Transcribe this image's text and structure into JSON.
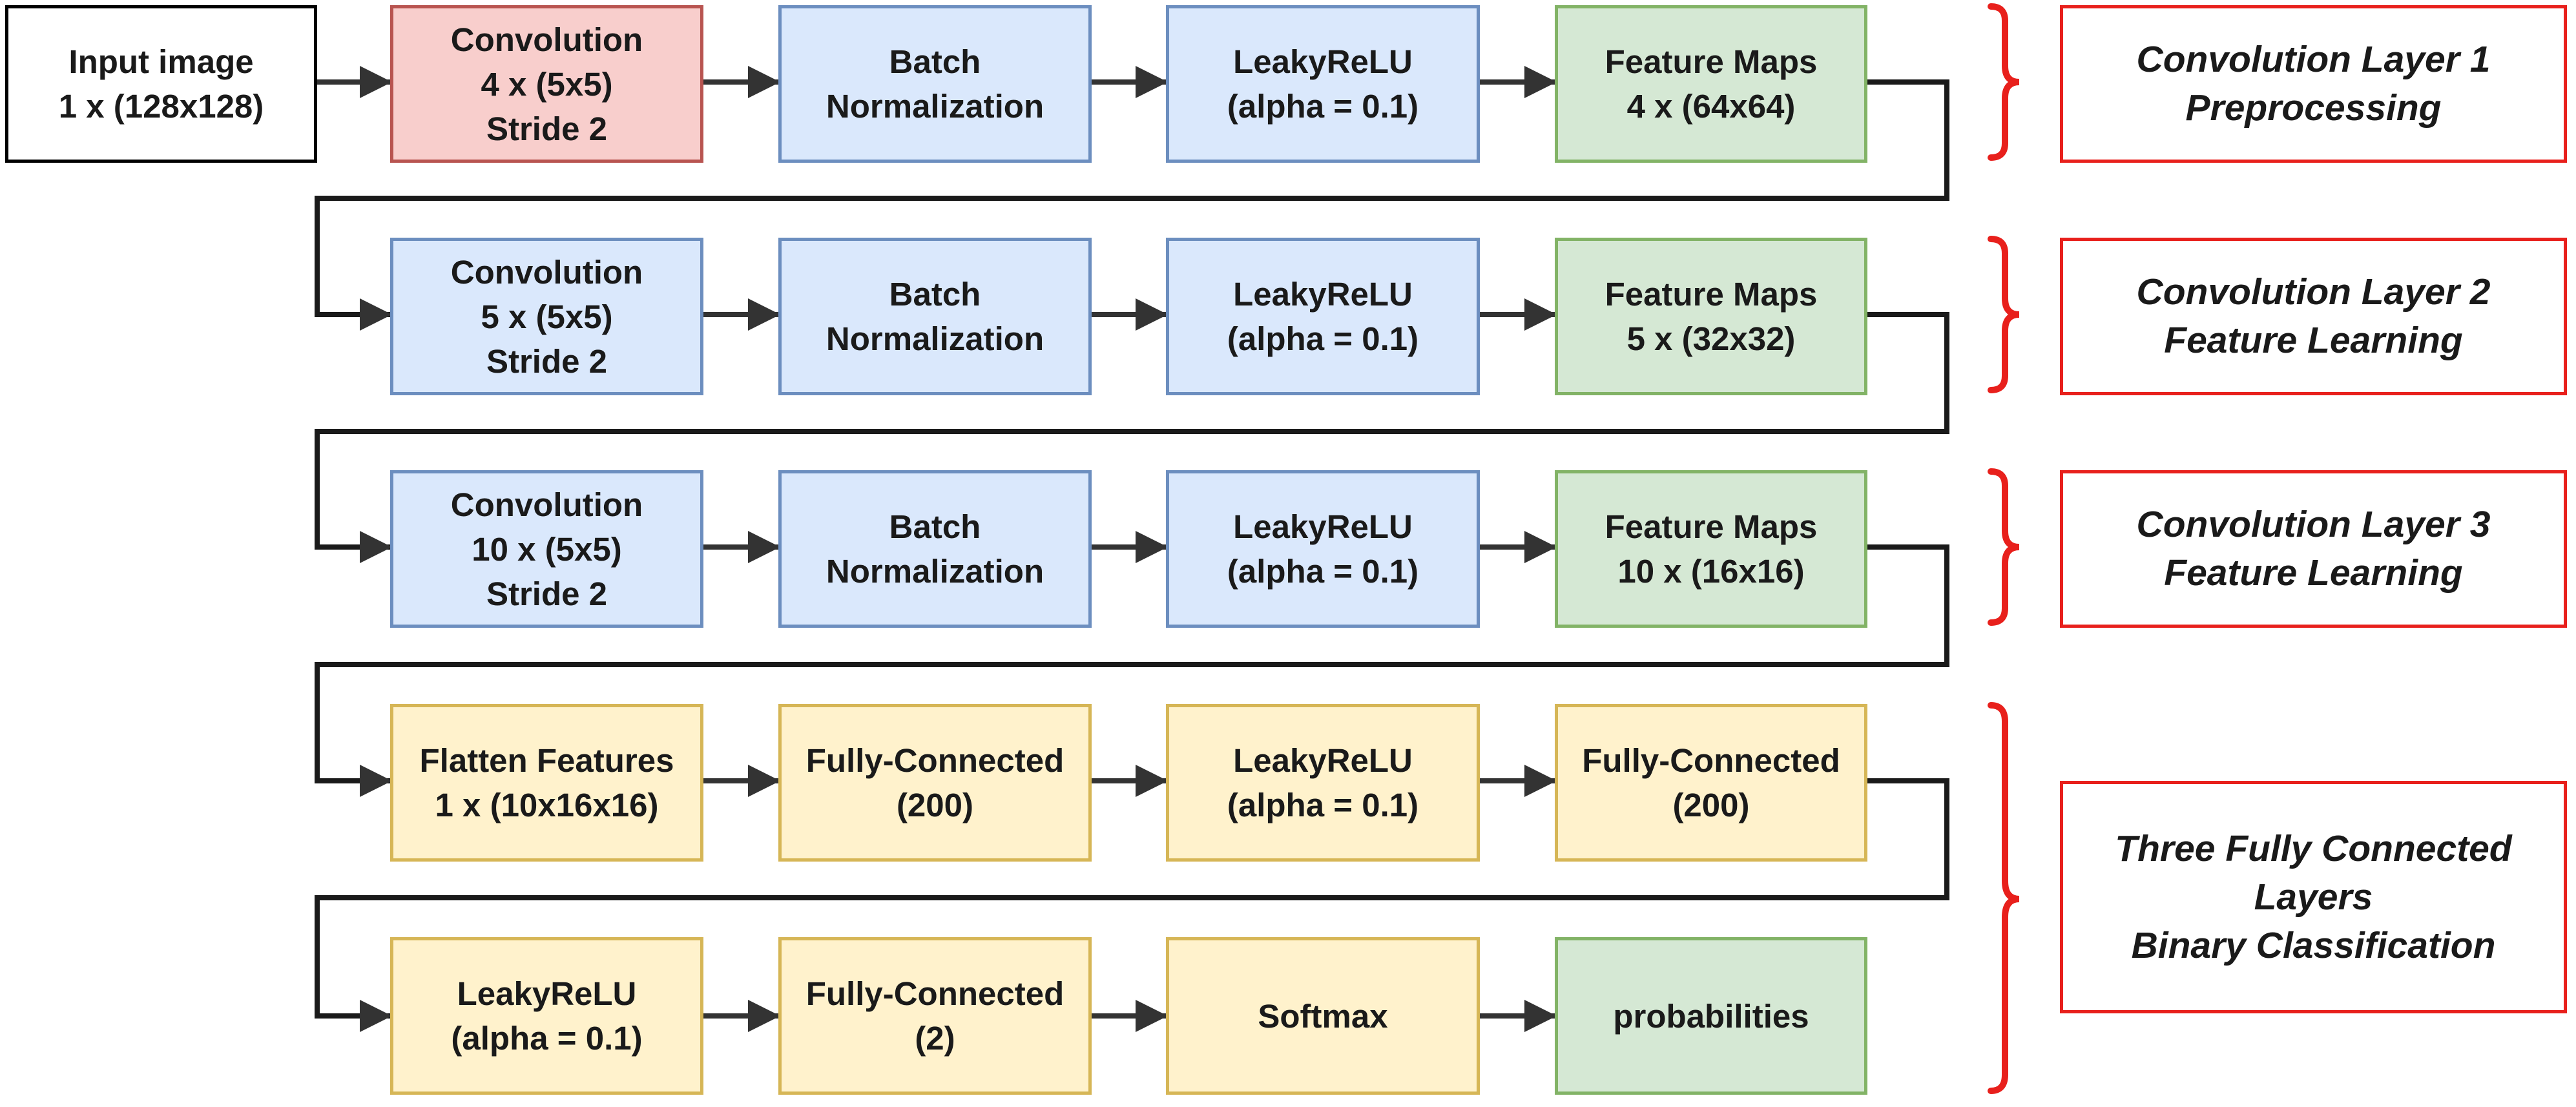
{
  "colors": {
    "input": "#ffffff",
    "convolution_first": "#f8cecc",
    "processing": "#dae8fc",
    "output": "#d5e8d4",
    "dense": "#fff2cc",
    "brace": "#e8201c",
    "connector": "#333333"
  },
  "rows": [
    {
      "nodes": [
        {
          "text": "Input image\n1 x (128x128)"
        },
        {
          "text": "Convolution\n4 x (5x5)\nStride 2"
        },
        {
          "text": "Batch\nNormalization"
        },
        {
          "text": "LeakyReLU\n(alpha = 0.1)"
        },
        {
          "text": "Feature Maps\n4 x (64x64)"
        }
      ]
    },
    {
      "nodes": [
        {
          "text": "Convolution\n5 x (5x5)\nStride 2"
        },
        {
          "text": "Batch\nNormalization"
        },
        {
          "text": "LeakyReLU\n(alpha = 0.1)"
        },
        {
          "text": "Feature Maps\n5 x (32x32)"
        }
      ]
    },
    {
      "nodes": [
        {
          "text": "Convolution\n10 x (5x5)\nStride 2"
        },
        {
          "text": "Batch\nNormalization"
        },
        {
          "text": "LeakyReLU\n(alpha = 0.1)"
        },
        {
          "text": "Feature Maps\n10 x (16x16)"
        }
      ]
    },
    {
      "nodes": [
        {
          "text": "Flatten Features\n1 x (10x16x16)"
        },
        {
          "text": "Fully-Connected\n(200)"
        },
        {
          "text": "LeakyReLU\n(alpha = 0.1)"
        },
        {
          "text": "Fully-Connected\n(200)"
        }
      ]
    },
    {
      "nodes": [
        {
          "text": "LeakyReLU\n(alpha = 0.1)"
        },
        {
          "text": "Fully-Connected\n(2)"
        },
        {
          "text": "Softmax"
        },
        {
          "text": "probabilities"
        }
      ]
    }
  ],
  "groups": [
    {
      "label": "Convolution Layer 1\nPreprocessing"
    },
    {
      "label": "Convolution Layer 2\nFeature Learning"
    },
    {
      "label": "Convolution Layer 3\nFeature Learning"
    },
    {
      "label": "Three Fully Connected\nLayers\nBinary Classification"
    }
  ]
}
